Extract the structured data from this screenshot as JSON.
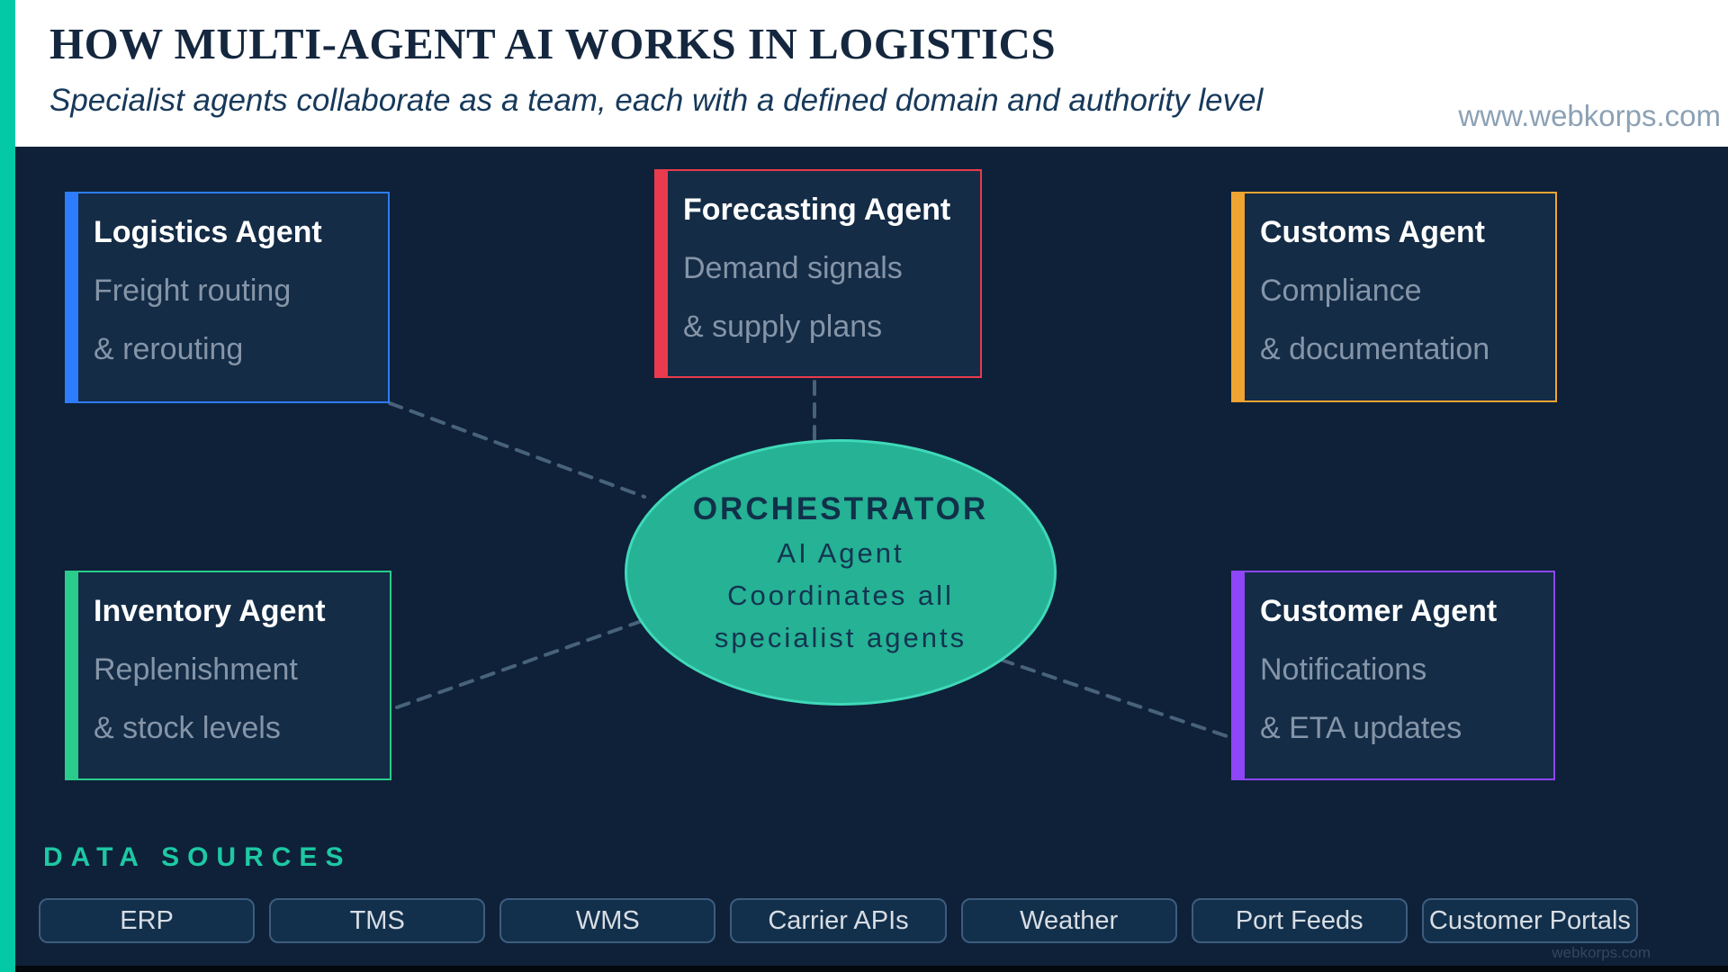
{
  "header": {
    "title": "HOW MULTI-AGENT AI WORKS IN LOGISTICS",
    "subtitle": "Specialist agents collaborate as a team, each with a defined domain and authority level",
    "website": "www.webkorps.com"
  },
  "agents": [
    {
      "title": "Logistics Agent",
      "line1": "Freight routing",
      "line2": "& rerouting",
      "accent": "#2E7CFE"
    },
    {
      "title": "Forecasting Agent",
      "line1": "Demand signals",
      "line2": "& supply plans",
      "accent": "#E93A4E"
    },
    {
      "title": "Customs Agent",
      "line1": "Compliance",
      "line2": "& documentation",
      "accent": "#F0A431"
    },
    {
      "title": "Inventory Agent",
      "line1": "Replenishment",
      "line2": "& stock levels",
      "accent": "#2BCB8C"
    },
    {
      "title": "Customer Agent",
      "line1": "Notifications",
      "line2": "& ETA updates",
      "accent": "#8D46F8"
    }
  ],
  "orchestrator": {
    "title": "ORCHESTRATOR",
    "line1": "AI Agent",
    "line2": "Coordinates all",
    "line3": "specialist agents",
    "fill": "#25B295",
    "border": "#3FD9B9",
    "text_color": "#143450"
  },
  "data_sources": {
    "label": "DATA SOURCES",
    "label_color": "#1DC9A4",
    "items": [
      "ERP",
      "TMS",
      "WMS",
      "Carrier APIs",
      "Weather",
      "Port Feeds",
      "Customer Portals"
    ]
  },
  "watermark": "webkorps.com",
  "colors": {
    "background": "#0E2138",
    "header_background": "#FFFFFF",
    "side_bar": "#04C9A6",
    "card_fill": "#142C46",
    "card_title": "#FFFFFF",
    "card_body_text": "#8595A8",
    "connector": "#48627B",
    "pill_fill": "#12304C",
    "pill_border": "#3E5C7E",
    "pill_text": "#D8DDE4",
    "title_text": "#14273E",
    "subtitle_text": "#17395A",
    "website_text": "#8CA1B5"
  }
}
